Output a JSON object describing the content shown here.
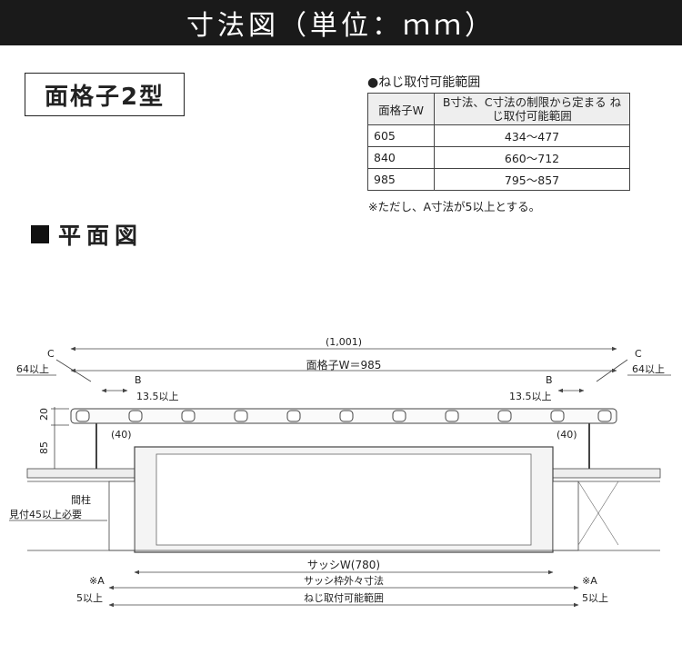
{
  "header": {
    "title": "寸法図（単位：ｍｍ）"
  },
  "model_label": "面格子2型",
  "range": {
    "title": "●ねじ取付可能範囲",
    "headers": [
      "面格子W",
      "B寸法、C寸法の制限から定まる ねじ取付可能範囲"
    ],
    "rows": [
      {
        "w": "605",
        "range": "434〜477"
      },
      {
        "w": "840",
        "range": "660〜712"
      },
      {
        "w": "985",
        "range": "795〜857"
      }
    ],
    "note": "※ただし、A寸法が5以上とする。"
  },
  "section_title": "平面図",
  "dims": {
    "total": "(1,001)",
    "grille_w": "面格子W＝985",
    "c_label": "C",
    "c_value": "64以上",
    "b_label": "B",
    "b_value": "13.5以上",
    "h20": "20",
    "h85": "85",
    "gap40": "(40)",
    "mabashira": "間柱",
    "mitsuke": "見付45以上必要",
    "sash_w": "サッシW(780)",
    "sash_outer": "サッシ枠外々寸法",
    "a_label": "※A",
    "a_value": "5以上",
    "screw_range": "ねじ取付可能範囲"
  }
}
